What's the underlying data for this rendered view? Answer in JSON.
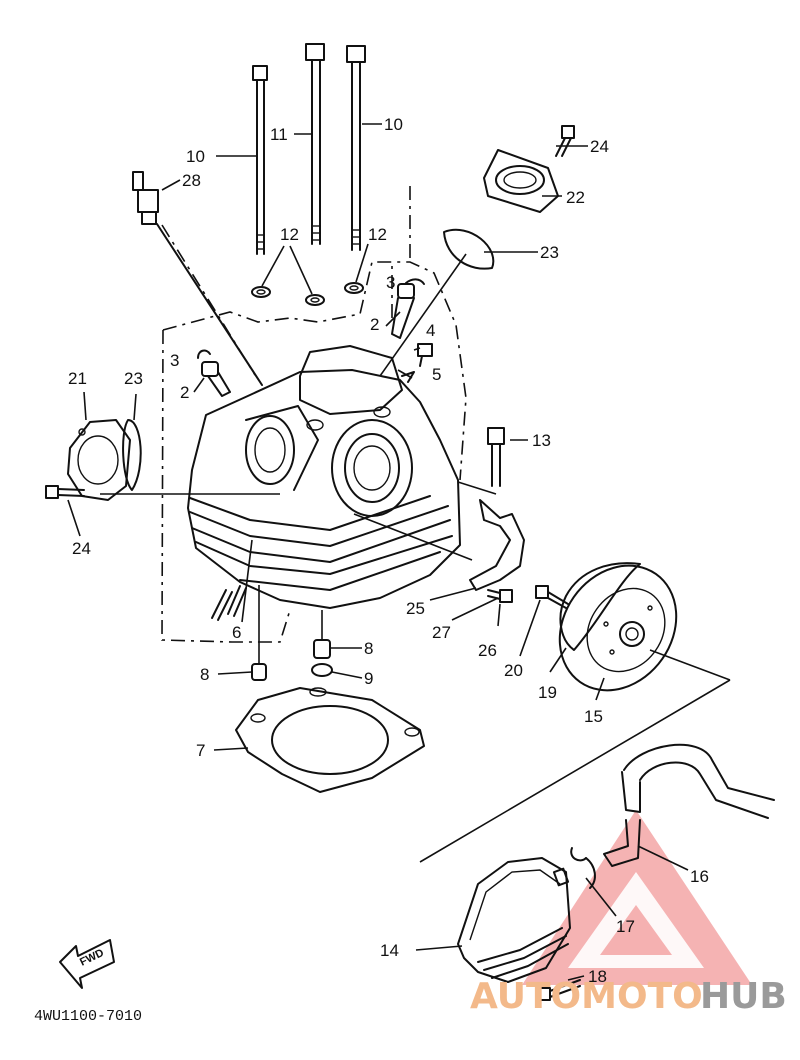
{
  "diagram_id": "4WU1100-7010",
  "fwd_label": "FWD",
  "watermark": {
    "word_a": "AUTOMOTO",
    "word_b": "HUB",
    "color_a": "#f3b98a",
    "color_b": "#9a9a9a",
    "triangle_color": "#f08a8a"
  },
  "callouts": [
    "2",
    "2",
    "3",
    "3",
    "4",
    "5",
    "6",
    "7",
    "8",
    "8",
    "9",
    "10",
    "10",
    "11",
    "12",
    "12",
    "13",
    "14",
    "15",
    "16",
    "17",
    "18",
    "19",
    "20",
    "21",
    "22",
    "23",
    "23",
    "24",
    "24",
    "25",
    "26",
    "27",
    "28"
  ]
}
